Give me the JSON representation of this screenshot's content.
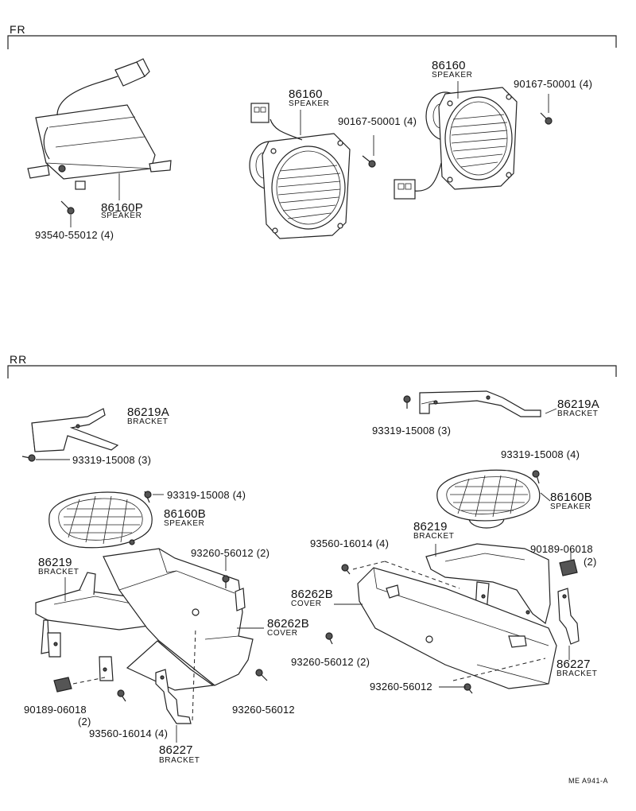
{
  "sections": {
    "front": "FR",
    "rear": "RR"
  },
  "front": {
    "speaker_p": {
      "part": "86160P",
      "name": "SPEAKER"
    },
    "screw_p": "93540-55012 (4)",
    "speaker_left": {
      "part": "86160",
      "name": "SPEAKER"
    },
    "screw_left": "90167-50001 (4)",
    "speaker_right": {
      "part": "86160",
      "name": "SPEAKER"
    },
    "screw_right": "90167-50001 (4)"
  },
  "rear_left": {
    "bracket_a": {
      "part": "86219A",
      "name": "BRACKET"
    },
    "bolt_a": "93319-15008 (3)",
    "bolt_speaker": "93319-15008 (4)",
    "speaker_b": {
      "part": "86160B",
      "name": "SPEAKER"
    },
    "bracket": {
      "part": "86219",
      "name": "BRACKET"
    },
    "screw_cover_top": "93260-56012 (2)",
    "cover": {
      "part": "86262B",
      "name": "COVER"
    },
    "clip": "90189-06018",
    "clip_qty": "(2)",
    "screw_bracket": "93560-16014 (4)",
    "screw_cover_bottom": "93260-56012",
    "bracket_b": {
      "part": "86227",
      "name": "BRACKET"
    }
  },
  "rear_right": {
    "bracket_a": {
      "part": "86219A",
      "name": "BRACKET"
    },
    "bolt_a": "93319-15008 (3)",
    "bolt_speaker": "93319-15008 (4)",
    "speaker_b": {
      "part": "86160B",
      "name": "SPEAKER"
    },
    "bracket": {
      "part": "86219",
      "name": "BRACKET"
    },
    "screw_bracket": "93560-16014 (4)",
    "clip": "90189-06018",
    "clip_qty": "(2)",
    "cover": {
      "part": "86262B",
      "name": "COVER"
    },
    "screw_cover_top": "93260-56012 (2)",
    "bracket_b": {
      "part": "86227",
      "name": "BRACKET"
    },
    "screw_cover_bottom": "93260-56012"
  },
  "diagram_code": "ME A941-A"
}
